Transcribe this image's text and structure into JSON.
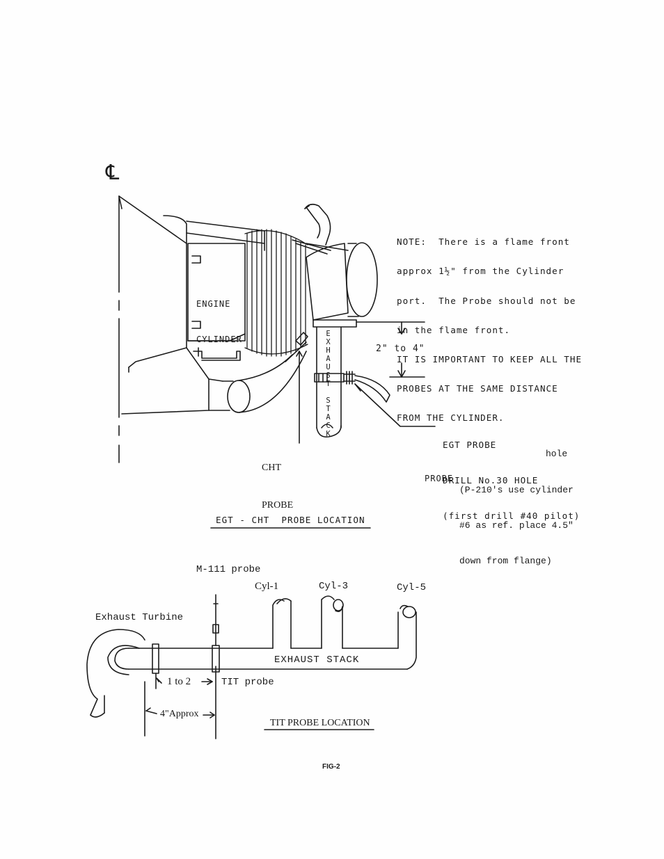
{
  "top_diagram": {
    "centerline_symbol": "℄",
    "engine_cylinder_label": [
      "ENGINE",
      "CYLINDER"
    ],
    "exhaust_stack_vertical": "EXHAUST STACK",
    "note_lines": [
      "NOTE:  There is a flame front",
      "approx 1½\" from the Cylinder",
      "port.  The Probe should not be",
      "in the flame front.",
      "IT IS IMPORTANT TO KEEP ALL THE",
      "PROBES AT THE SAME DISTANCE",
      "FROM THE CYLINDER."
    ],
    "dimension_label": "2\" to 4\"",
    "egt_probe_lines": [
      "EGT PROBE",
      "DRILL No.30 HOLE",
      "(first drill #40 pilot)",
      "hole"
    ],
    "p210_lines": [
      "(P-210's use cylinder",
      "#6 as ref. place 4.5\"",
      "down from flange)"
    ],
    "probe_word": "PROBE",
    "cht_label": [
      "CHT",
      "PROBE"
    ],
    "caption": "EGT - CHT  PROBE LOCATION"
  },
  "bottom_diagram": {
    "m111_label": "M-111 probe",
    "exhaust_turbine_label": "Exhaust Turbine",
    "cylinders": [
      "Cyl-1",
      "Cyl-3",
      "Cyl-5"
    ],
    "exhaust_stack_label": "EXHAUST STACK",
    "dim_1_to_2": "1 to 2",
    "tit_probe_label": "TIT probe",
    "dim_4_approx": "4\"Approx",
    "caption": "TIT PROBE LOCATION"
  },
  "figure_label": "FIG-2"
}
